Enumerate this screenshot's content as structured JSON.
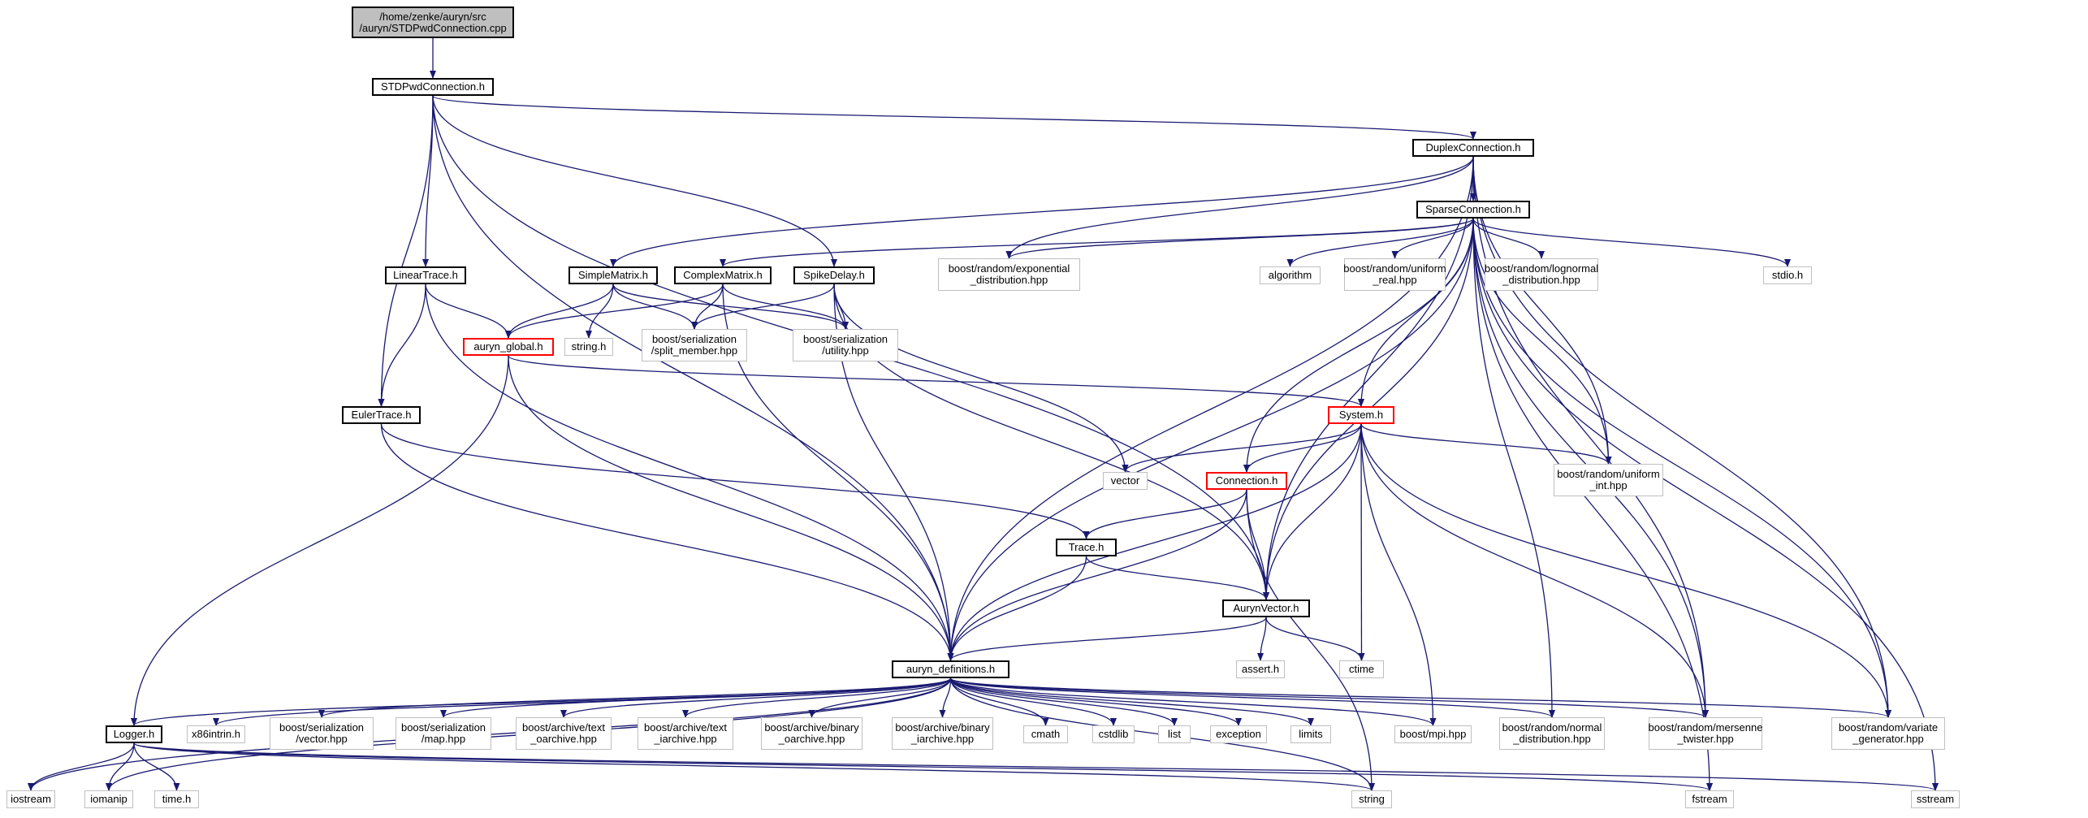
{
  "colors": {
    "edge": "#191970",
    "project_border": "#000000",
    "undocumented_border": "#ff0000",
    "system_border": "#bfbfbf",
    "root_fill": "#bfbfbf"
  },
  "nodes": [
    {
      "id": "root",
      "kind": "root",
      "label": "/home/zenke/auryn/src\n/auryn/STDPwdConnection.cpp"
    },
    {
      "id": "stdpwd",
      "kind": "proj",
      "label": "STDPwdConnection.h"
    },
    {
      "id": "duplex",
      "kind": "proj",
      "label": "DuplexConnection.h"
    },
    {
      "id": "sparse",
      "kind": "proj",
      "label": "SparseConnection.h"
    },
    {
      "id": "lintrace",
      "kind": "proj",
      "label": "LinearTrace.h"
    },
    {
      "id": "simplematrix",
      "kind": "proj",
      "label": "SimpleMatrix.h"
    },
    {
      "id": "complexmatrix",
      "kind": "proj",
      "label": "ComplexMatrix.h"
    },
    {
      "id": "spikedelay",
      "kind": "proj",
      "label": "SpikeDelay.h"
    },
    {
      "id": "expdist",
      "kind": "sys",
      "label": "boost/random/exponential\n_distribution.hpp"
    },
    {
      "id": "algorithm",
      "kind": "sys",
      "label": "algorithm"
    },
    {
      "id": "unireal",
      "kind": "sys",
      "label": "boost/random/uniform\n_real.hpp"
    },
    {
      "id": "lognormal",
      "kind": "sys",
      "label": "boost/random/lognormal\n_distribution.hpp"
    },
    {
      "id": "stdio",
      "kind": "sys",
      "label": "stdio.h"
    },
    {
      "id": "auryn_global",
      "kind": "red",
      "label": "auryn_global.h"
    },
    {
      "id": "stringh",
      "kind": "sys",
      "label": "string.h"
    },
    {
      "id": "splitmember",
      "kind": "sys",
      "label": "boost/serialization\n/split_member.hpp"
    },
    {
      "id": "serutility",
      "kind": "sys",
      "label": "boost/serialization\n/utility.hpp"
    },
    {
      "id": "eulertrace",
      "kind": "proj",
      "label": "EulerTrace.h"
    },
    {
      "id": "system",
      "kind": "red",
      "label": "System.h"
    },
    {
      "id": "vector",
      "kind": "sys",
      "label": "vector"
    },
    {
      "id": "connection",
      "kind": "red",
      "label": "Connection.h"
    },
    {
      "id": "uniint",
      "kind": "sys",
      "label": "boost/random/uniform\n_int.hpp"
    },
    {
      "id": "trace",
      "kind": "proj",
      "label": "Trace.h"
    },
    {
      "id": "aurynvector",
      "kind": "proj",
      "label": "AurynVector.h"
    },
    {
      "id": "asserth",
      "kind": "sys",
      "label": "assert.h"
    },
    {
      "id": "ctime",
      "kind": "sys",
      "label": "ctime"
    },
    {
      "id": "defs",
      "kind": "proj",
      "label": "auryn_definitions.h"
    },
    {
      "id": "logger",
      "kind": "proj",
      "label": "Logger.h"
    },
    {
      "id": "x86",
      "kind": "sys",
      "label": "x86intrin.h"
    },
    {
      "id": "servector",
      "kind": "sys",
      "label": "boost/serialization\n/vector.hpp"
    },
    {
      "id": "sermap",
      "kind": "sys",
      "label": "boost/serialization\n/map.hpp"
    },
    {
      "id": "textoarch",
      "kind": "sys",
      "label": "boost/archive/text\n_oarchive.hpp"
    },
    {
      "id": "textiarch",
      "kind": "sys",
      "label": "boost/archive/text\n_iarchive.hpp"
    },
    {
      "id": "binoarch",
      "kind": "sys",
      "label": "boost/archive/binary\n_oarchive.hpp"
    },
    {
      "id": "biniarch",
      "kind": "sys",
      "label": "boost/archive/binary\n_iarchive.hpp"
    },
    {
      "id": "cmath",
      "kind": "sys",
      "label": "cmath"
    },
    {
      "id": "cstdlib",
      "kind": "sys",
      "label": "cstdlib"
    },
    {
      "id": "list",
      "kind": "sys",
      "label": "list"
    },
    {
      "id": "exception",
      "kind": "sys",
      "label": "exception"
    },
    {
      "id": "limits",
      "kind": "sys",
      "label": "limits"
    },
    {
      "id": "mpi",
      "kind": "sys",
      "label": "boost/mpi.hpp"
    },
    {
      "id": "normal",
      "kind": "sys",
      "label": "boost/random/normal\n_distribution.hpp"
    },
    {
      "id": "mersenne",
      "kind": "sys",
      "label": "boost/random/mersenne\n_twister.hpp"
    },
    {
      "id": "variate",
      "kind": "sys",
      "label": "boost/random/variate\n_generator.hpp"
    },
    {
      "id": "iostream",
      "kind": "sys",
      "label": "iostream"
    },
    {
      "id": "iomanip",
      "kind": "sys",
      "label": "iomanip"
    },
    {
      "id": "timeh",
      "kind": "sys",
      "label": "time.h"
    },
    {
      "id": "string",
      "kind": "sys",
      "label": "string"
    },
    {
      "id": "fstream",
      "kind": "sys",
      "label": "fstream"
    },
    {
      "id": "sstream",
      "kind": "sys",
      "label": "sstream"
    }
  ],
  "edges": [
    [
      "root",
      "stdpwd"
    ],
    [
      "stdpwd",
      "duplex"
    ],
    [
      "stdpwd",
      "lintrace"
    ],
    [
      "stdpwd",
      "eulertrace"
    ],
    [
      "stdpwd",
      "spikedelay"
    ],
    [
      "stdpwd",
      "aurynvector"
    ],
    [
      "stdpwd",
      "defs"
    ],
    [
      "duplex",
      "sparse"
    ],
    [
      "duplex",
      "simplematrix"
    ],
    [
      "duplex",
      "expdist"
    ],
    [
      "duplex",
      "defs"
    ],
    [
      "duplex",
      "uniint"
    ],
    [
      "duplex",
      "aurynvector"
    ],
    [
      "duplex",
      "mersenne"
    ],
    [
      "duplex",
      "variate"
    ],
    [
      "sparse",
      "complexmatrix"
    ],
    [
      "sparse",
      "expdist"
    ],
    [
      "sparse",
      "algorithm"
    ],
    [
      "sparse",
      "unireal"
    ],
    [
      "sparse",
      "lognormal"
    ],
    [
      "sparse",
      "stdio"
    ],
    [
      "sparse",
      "system"
    ],
    [
      "sparse",
      "connection"
    ],
    [
      "sparse",
      "uniint"
    ],
    [
      "sparse",
      "aurynvector"
    ],
    [
      "sparse",
      "defs"
    ],
    [
      "sparse",
      "normal"
    ],
    [
      "sparse",
      "mersenne"
    ],
    [
      "sparse",
      "variate"
    ],
    [
      "sparse",
      "fstream"
    ],
    [
      "sparse",
      "sstream"
    ],
    [
      "lintrace",
      "auryn_global"
    ],
    [
      "lintrace",
      "eulertrace"
    ],
    [
      "lintrace",
      "defs"
    ],
    [
      "simplematrix",
      "auryn_global"
    ],
    [
      "simplematrix",
      "stringh"
    ],
    [
      "simplematrix",
      "splitmember"
    ],
    [
      "simplematrix",
      "serutility"
    ],
    [
      "complexmatrix",
      "auryn_global"
    ],
    [
      "complexmatrix",
      "splitmember"
    ],
    [
      "complexmatrix",
      "serutility"
    ],
    [
      "complexmatrix",
      "defs"
    ],
    [
      "spikedelay",
      "splitmember"
    ],
    [
      "spikedelay",
      "serutility"
    ],
    [
      "spikedelay",
      "vector"
    ],
    [
      "spikedelay",
      "defs"
    ],
    [
      "spikedelay",
      "aurynvector"
    ],
    [
      "auryn_global",
      "system"
    ],
    [
      "auryn_global",
      "logger"
    ],
    [
      "auryn_global",
      "defs"
    ],
    [
      "eulertrace",
      "trace"
    ],
    [
      "eulertrace",
      "defs"
    ],
    [
      "system",
      "vector"
    ],
    [
      "system",
      "connection"
    ],
    [
      "system",
      "uniint"
    ],
    [
      "system",
      "aurynvector"
    ],
    [
      "system",
      "defs"
    ],
    [
      "system",
      "ctime"
    ],
    [
      "system",
      "mpi"
    ],
    [
      "system",
      "mersenne"
    ],
    [
      "system",
      "variate"
    ],
    [
      "connection",
      "trace"
    ],
    [
      "connection",
      "aurynvector"
    ],
    [
      "connection",
      "defs"
    ],
    [
      "connection",
      "string"
    ],
    [
      "trace",
      "aurynvector"
    ],
    [
      "trace",
      "defs"
    ],
    [
      "aurynvector",
      "asserth"
    ],
    [
      "aurynvector",
      "ctime"
    ],
    [
      "aurynvector",
      "defs"
    ],
    [
      "defs",
      "logger"
    ],
    [
      "defs",
      "x86"
    ],
    [
      "defs",
      "servector"
    ],
    [
      "defs",
      "sermap"
    ],
    [
      "defs",
      "textoarch"
    ],
    [
      "defs",
      "textiarch"
    ],
    [
      "defs",
      "binoarch"
    ],
    [
      "defs",
      "biniarch"
    ],
    [
      "defs",
      "cmath"
    ],
    [
      "defs",
      "cstdlib"
    ],
    [
      "defs",
      "list"
    ],
    [
      "defs",
      "exception"
    ],
    [
      "defs",
      "limits"
    ],
    [
      "defs",
      "mpi"
    ],
    [
      "defs",
      "normal"
    ],
    [
      "defs",
      "mersenne"
    ],
    [
      "defs",
      "variate"
    ],
    [
      "defs",
      "iostream"
    ],
    [
      "defs",
      "iomanip"
    ],
    [
      "defs",
      "string"
    ],
    [
      "logger",
      "iostream"
    ],
    [
      "logger",
      "iomanip"
    ],
    [
      "logger",
      "timeh"
    ],
    [
      "logger",
      "string"
    ],
    [
      "logger",
      "fstream"
    ],
    [
      "logger",
      "sstream"
    ]
  ]
}
